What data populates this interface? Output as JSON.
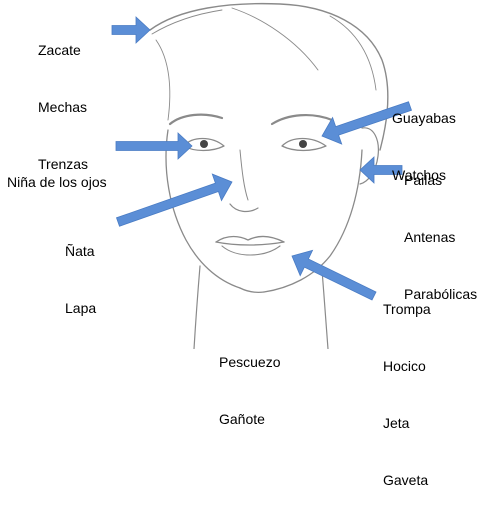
{
  "labels": {
    "hair": [
      "Zacate",
      "Mechas",
      "Trenzas"
    ],
    "eyebrows": [
      "Guayabas",
      "Watchos"
    ],
    "pupil": [
      "Niña de los ojos"
    ],
    "ears": [
      "Pailas",
      "Antenas",
      "Parabólicas"
    ],
    "nose": [
      "Ñata",
      "Lapa"
    ],
    "mouth": [
      "Trompa",
      "Hocico",
      "Jeta",
      "Gaveta"
    ],
    "neck": [
      "Pescuezo",
      "Gañote"
    ]
  },
  "colors": {
    "arrow": "#5B8ED6",
    "sketch_line": "#8a8a8a",
    "background": "#ffffff"
  }
}
